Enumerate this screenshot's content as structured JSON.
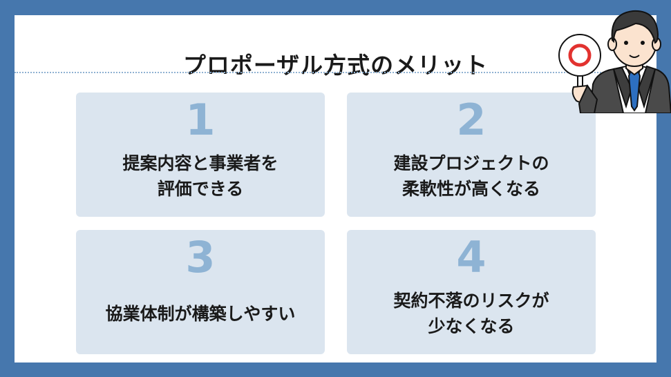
{
  "title": "プロポーザル方式のメリット",
  "cards": [
    {
      "number": "1",
      "line1": "提案内容と事業者を",
      "line2": "評価できる"
    },
    {
      "number": "2",
      "line1": "建設プロジェクトの",
      "line2": "柔軟性が高くなる"
    },
    {
      "number": "3",
      "line1": "協業体制が構築しやすい",
      "line2": ""
    },
    {
      "number": "4",
      "line1": "契約不落のリスクが",
      "line2": "少なくなる"
    }
  ],
  "colors": {
    "background": "#4677ad",
    "panel": "#ffffff",
    "card": "#dbe5ef",
    "number": "#8eb3d4",
    "text": "#1a1a1a"
  },
  "illustration": {
    "icon": "businessman-holding-circle-sign-icon"
  }
}
